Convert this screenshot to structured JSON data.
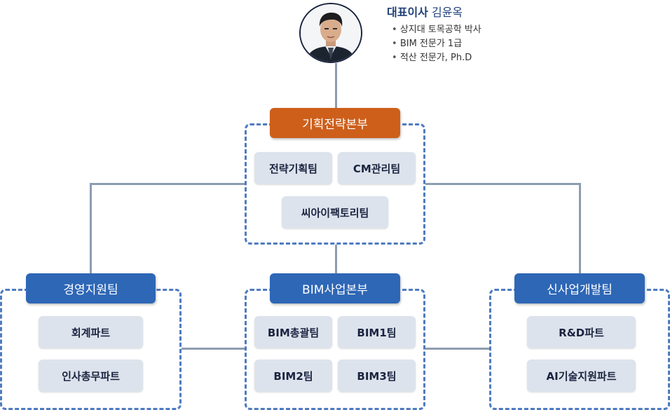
{
  "ceo": {
    "role": "대표이사",
    "name": "김윤옥",
    "credentials": [
      "상지대 토목공학 박사",
      "BIM 전문가 1급",
      "적산 전문가, Ph.D"
    ]
  },
  "planning_division": {
    "title": "기획전략본부",
    "teams": [
      "전략기획팀",
      "CM관리팀",
      "씨아이팩토리팀"
    ]
  },
  "management_team": {
    "title": "경영지원팀",
    "parts": [
      "회계파트",
      "인사총무파트"
    ]
  },
  "bim_division": {
    "title": "BIM사업본부",
    "teams": [
      "BIM총괄팀",
      "BIM1팀",
      "BIM2팀",
      "BIM3팀"
    ]
  },
  "new_business_team": {
    "title": "신사업개발팀",
    "parts": [
      "R&D파트",
      "AI기술지원파트"
    ]
  },
  "colors": {
    "orange_header": "#cd5f1b",
    "blue_header": "#2e67b6",
    "team_box": "#dde3ec",
    "dashed_border": "#4f7bc0",
    "connector": "#8e9cb0"
  },
  "icons": [
    "ceo-portrait"
  ]
}
